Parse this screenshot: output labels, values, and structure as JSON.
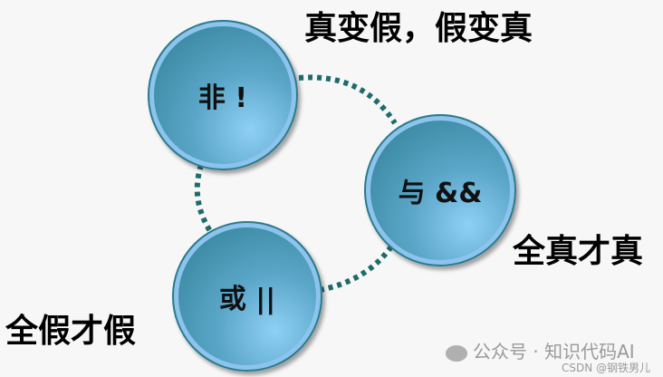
{
  "nodes": {
    "not": "非 !",
    "and": "与 &&",
    "or": "或 ||"
  },
  "labels": {
    "not": "真变假，假变真",
    "and": "全真才真",
    "or": "全假才假"
  },
  "watermark": {
    "wechat": "公众号 · 知识代码AI",
    "csdn": "CSDN @钢铁男儿"
  },
  "colors": {
    "connector": "#1f6b6b",
    "ring": "#8cc4ee"
  }
}
